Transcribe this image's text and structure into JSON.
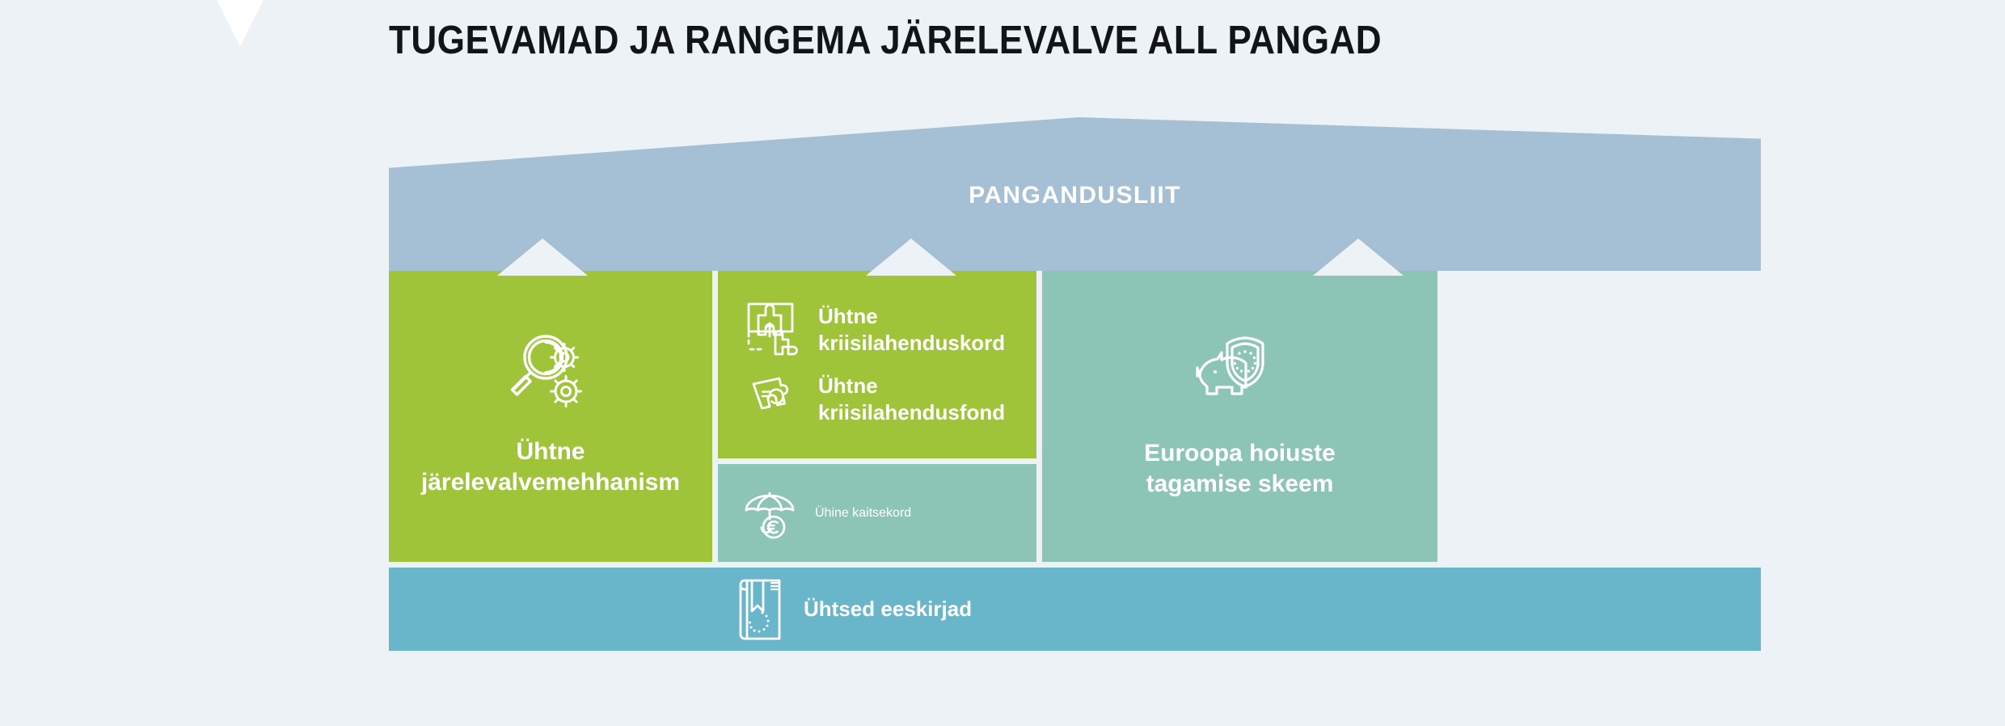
{
  "page": {
    "title": "TUGEVAMAD JA RANGEMA JÄRELEVALVE ALL PANGAD",
    "background_color": "#edf2f6"
  },
  "diagram": {
    "type": "house-pillars-infographic",
    "roof": {
      "label": "PANGANDUSLIIT",
      "color": "#a5c0d4",
      "icon": null
    },
    "pillars": [
      {
        "id": "supervision",
        "label": "Ühtne\njärelevalvemehhanism",
        "label_line1": "Ühtne",
        "label_line2": "järelevalvemehhanism",
        "color": "#9fc43a",
        "icon": "magnifier-gears-icon"
      },
      {
        "id": "resolution",
        "color": "#9fc43a",
        "items": [
          {
            "label_line1": "Ühtne",
            "label_line2": "kriisilahenduskord",
            "icon": "puzzle-piece-move-icon"
          },
          {
            "label_line1": "Ühtne",
            "label_line2": "kriisilahendusfond",
            "icon": "puzzle-piece-euro-icon"
          }
        ],
        "backstop": {
          "label": "Ühine kaitsekord",
          "color": "#8cc4b5",
          "icon": "umbrella-euro-icon"
        }
      },
      {
        "id": "deposit",
        "label_line1": "Euroopa hoiuste",
        "label_line2": "tagamise skeem",
        "color": "#8cc4b5",
        "icon": "piggy-bank-eu-shield-icon"
      }
    ],
    "foundation": {
      "label": "Ühtsed eeskirjad",
      "color": "#69b6ca",
      "icon": "book-eu-stars-icon"
    }
  }
}
